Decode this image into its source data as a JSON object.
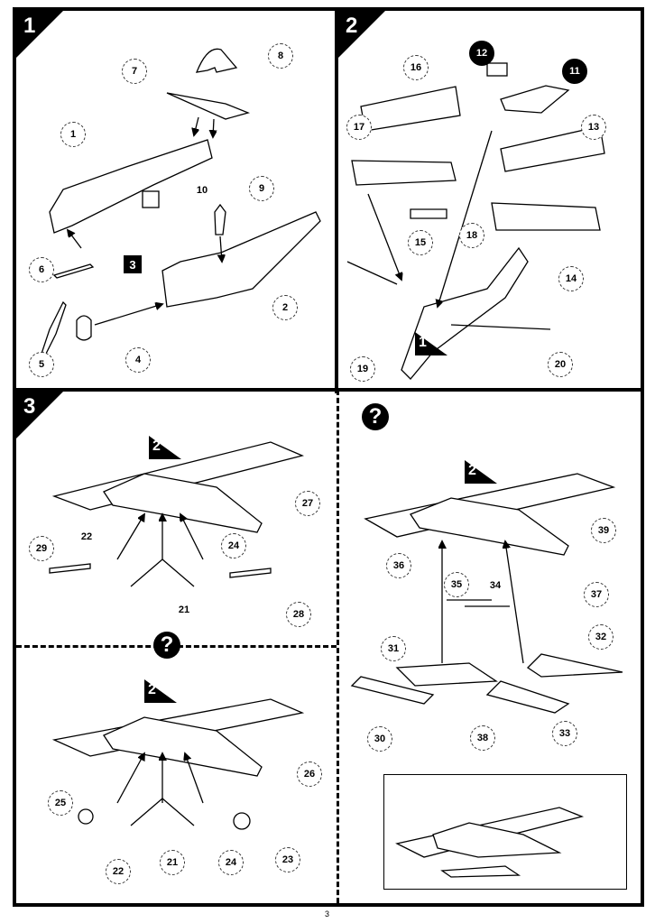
{
  "steps": [
    "1",
    "2",
    "3"
  ],
  "panel1": {
    "callouts": [
      "7",
      "8",
      "1",
      "10",
      "9",
      "6",
      "5",
      "4",
      "2"
    ],
    "ref_step": "3"
  },
  "panel2": {
    "callouts": [
      "16",
      "17",
      "13",
      "15",
      "18",
      "14",
      "19",
      "20"
    ],
    "black_callouts": [
      "12",
      "11"
    ],
    "ref_step": "1"
  },
  "panel3": {
    "ref_step": "2",
    "callouts": [
      "27",
      "29",
      "22",
      "24",
      "21",
      "28"
    ]
  },
  "panel3_alt": {
    "option_icon": "?",
    "ref_step": "2",
    "callouts": [
      "26",
      "25",
      "22",
      "21",
      "24",
      "23"
    ]
  },
  "panel_float": {
    "option_icon": "?",
    "ref_step": "2",
    "callouts": [
      "39",
      "36",
      "35",
      "34",
      "37",
      "31",
      "32",
      "30",
      "38",
      "33"
    ]
  },
  "page_number": "3"
}
